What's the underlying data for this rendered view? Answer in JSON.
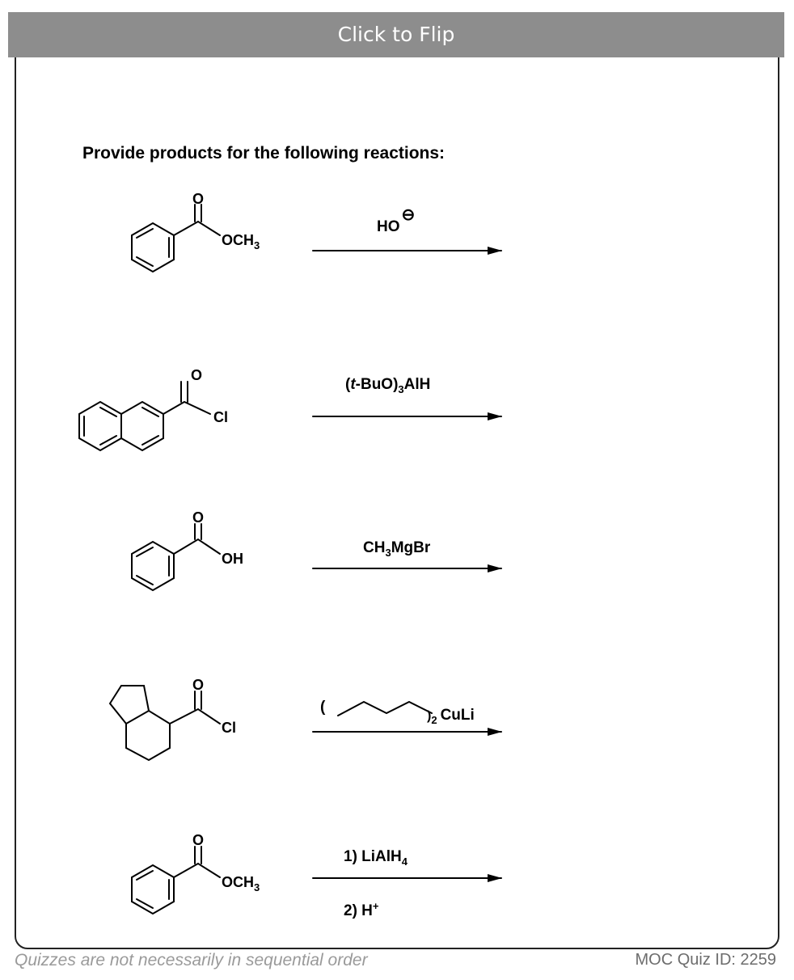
{
  "flip_label": "Click to Flip",
  "question": "Provide products for the following reactions:",
  "reactions": [
    {
      "reagent_above": "HO",
      "reagent_above_charge": "⊖",
      "substituent": "OCH",
      "substituent_sub": "3"
    },
    {
      "reagent_above_pre": "(",
      "reagent_above_italic": "t",
      "reagent_above_post": "-BuO)",
      "reagent_above_sub": "3",
      "reagent_above_tail": "AlH",
      "substituent": "Cl"
    },
    {
      "reagent_above": "CH",
      "reagent_above_sub": "3",
      "reagent_above_tail": "MgBr",
      "substituent": "OH"
    },
    {
      "reagent_open_paren": "(",
      "reagent_sub": "2",
      "reagent_tail": "CuLi",
      "substituent": "Cl"
    },
    {
      "step1": "1) LiAlH",
      "step1_sub": "4",
      "step2": "2) H",
      "step2_sup": "+",
      "substituent": "OCH",
      "substituent_sub": "3"
    }
  ],
  "atoms": {
    "oxygen": "O"
  },
  "footer": {
    "note": "Quizzes are not necessarily in sequential order",
    "quiz_id": "MOC Quiz ID: 2259"
  }
}
